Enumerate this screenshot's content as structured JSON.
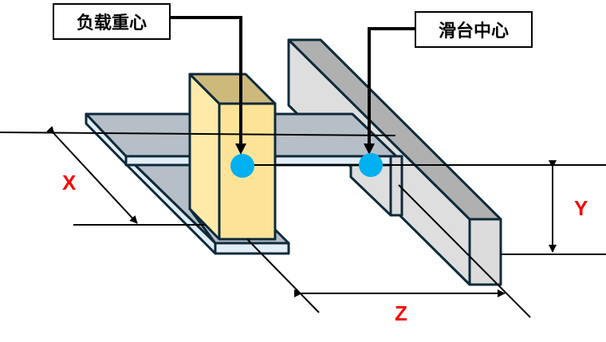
{
  "callouts": {
    "load_center": "负载重心",
    "slide_center": "滑台中心"
  },
  "axes": {
    "x": "X",
    "y": "Y",
    "z": "Z"
  },
  "colors": {
    "marker": "#00b0f0",
    "axis_label": "#ff0000",
    "load": "#fde397",
    "plate": "#b6bec8",
    "rail": "#dedede",
    "outline": "#0d2a3a"
  }
}
